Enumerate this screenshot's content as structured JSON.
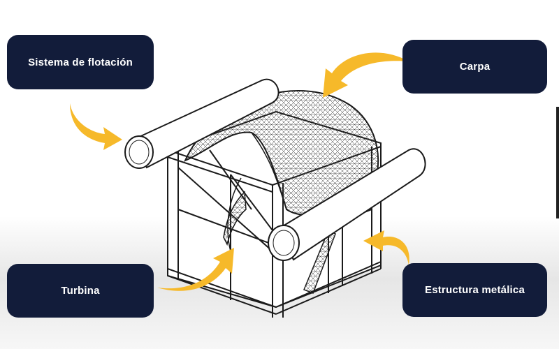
{
  "labels": {
    "flotacion": "Sistema de flotación",
    "carpa": "Carpa",
    "turbina": "Turbina",
    "estructura": "Estructura metálica"
  },
  "colors": {
    "box_bg": "#121c3a",
    "box_text": "#ffffff",
    "arrow": "#f6b92a",
    "line": "#1a1a1a"
  }
}
